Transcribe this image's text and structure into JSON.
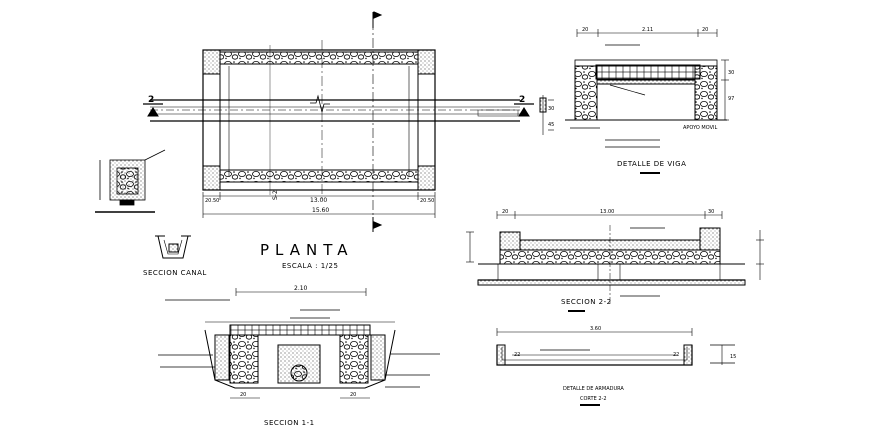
{
  "plan": {
    "title": "PLANTA",
    "scale": "ESCALA : 1/25",
    "dim_total": "15.60",
    "dim_inner": "13.00",
    "dim_side_left": "20.50",
    "dim_side_right": "20.50",
    "section_mark": "S-2",
    "marker_left": "2",
    "marker_right": "2",
    "dim_right_top": "30",
    "dim_right_bottom": "45"
  },
  "canal": {
    "title": "SECCION CANAL"
  },
  "seccion11": {
    "title": "SECCION 1-1",
    "dim_top": "2.10",
    "dim_left": "20",
    "dim_right": "20"
  },
  "viga": {
    "title": "DETALLE DE VIGA",
    "dim_top": "2.11",
    "dim_left": "20",
    "dim_right": "20",
    "apoyo": "APOYO MOVIL",
    "dim_h1": "30",
    "dim_h2": "97"
  },
  "seccion22": {
    "title": "SECCION 2-2",
    "dim_top": "13.00",
    "dim_left": "20",
    "dim_right": "30"
  },
  "armadura": {
    "title": "DETALLE DE ARMADURA",
    "subtitle": "CORTE 2-2",
    "dim_top": "3.60",
    "dim_left": "22",
    "dim_right": "22",
    "dim_h": "15"
  }
}
